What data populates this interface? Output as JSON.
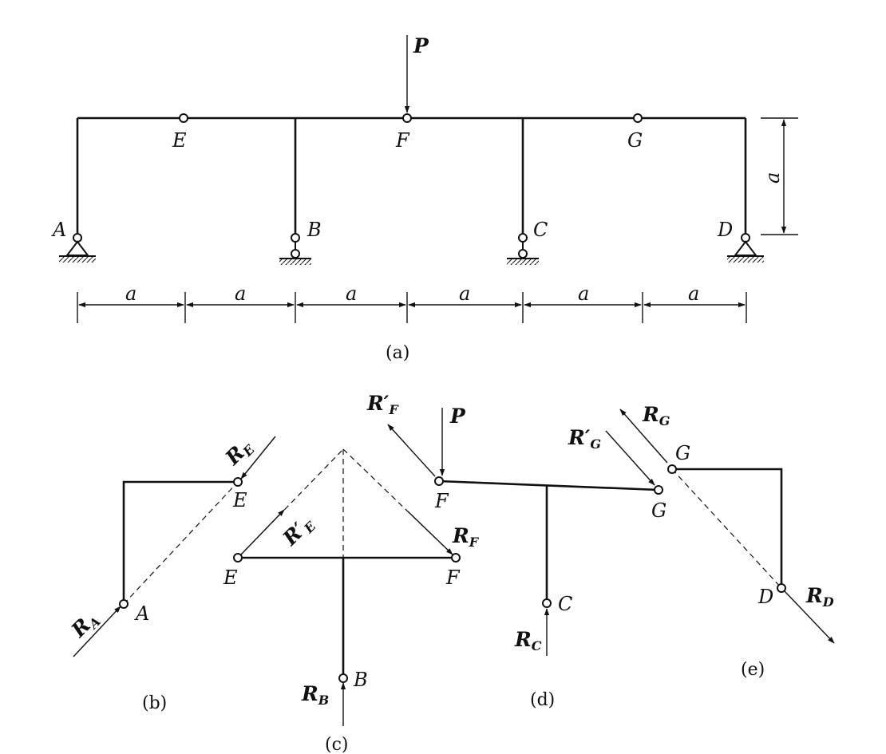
{
  "fig_a": {
    "force": "P",
    "hinges": [
      "E",
      "F",
      "G"
    ],
    "supports": [
      "A",
      "B",
      "C",
      "D"
    ],
    "height_dim": "a",
    "spans": [
      "a",
      "a",
      "a",
      "a",
      "a",
      "a"
    ],
    "caption": "(a)"
  },
  "fig_b": {
    "caption": "(b)",
    "point_e": "E",
    "point_a": "A",
    "force_e": "R",
    "force_e_sub": "E",
    "force_a": "R",
    "force_a_sub": "A"
  },
  "fig_c": {
    "caption": "(c)",
    "point_e": "E",
    "point_f": "F",
    "point_b": "B",
    "force_e": "R′",
    "force_e_sub": "E",
    "force_f": "R",
    "force_f_sub": "F",
    "force_b": "R",
    "force_b_sub": "B"
  },
  "fig_d": {
    "caption": "(d)",
    "point_f": "F",
    "point_g": "G",
    "point_c": "C",
    "force_p": "P",
    "force_f": "R′",
    "force_f_sub": "F",
    "force_g": "R′",
    "force_g_sub": "G",
    "force_c": "R",
    "force_c_sub": "C"
  },
  "fig_e": {
    "caption": "(e)",
    "point_g": "G",
    "point_d": "D",
    "force_g": "R",
    "force_g_sub": "G",
    "force_d": "R",
    "force_d_sub": "D"
  }
}
